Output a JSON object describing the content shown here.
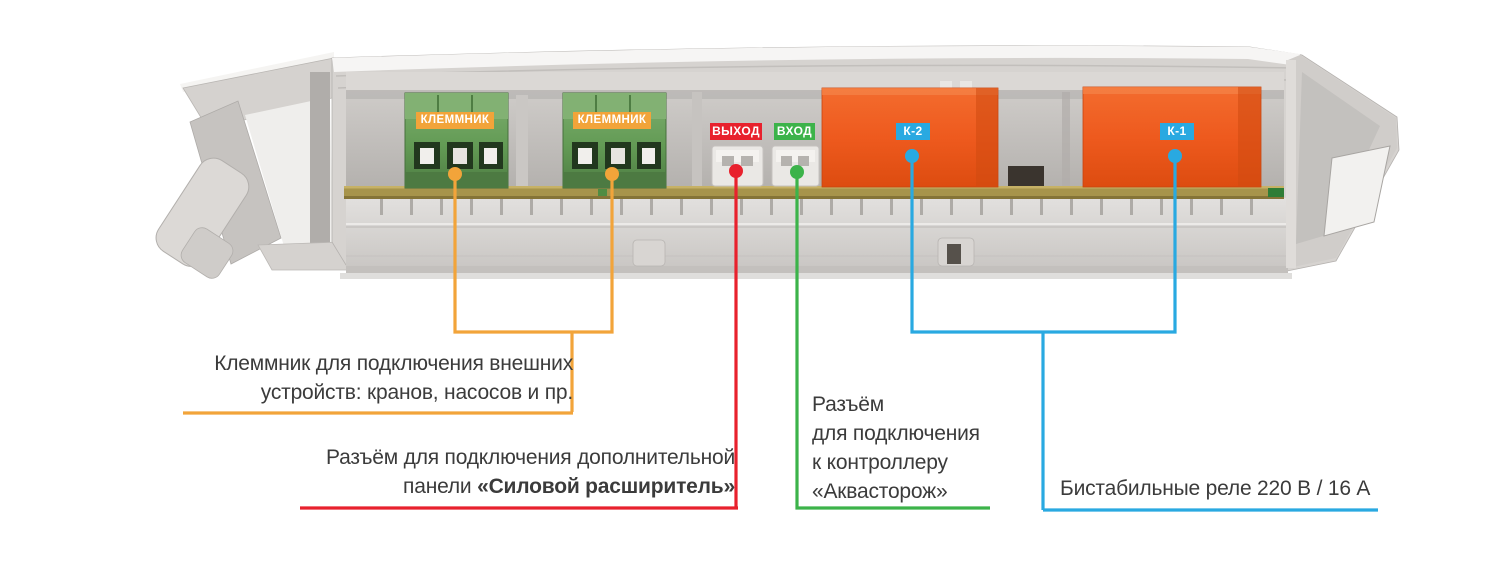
{
  "device": {
    "badges": {
      "terminal_block_1": "КЛЕММНИК",
      "terminal_block_2": "КЛЕММНИК",
      "output": "ВЫХОД",
      "input": "ВХОД",
      "relay_k2": "К-2",
      "relay_k1": "К-1"
    }
  },
  "annotations": {
    "terminals": {
      "line1": "Клеммник для подключения внешних",
      "line2": "устройств: кранов, насосов и пр."
    },
    "expander_connector": {
      "line1": "Разъём для подключения дополнительной",
      "line2_prefix": "панели ",
      "line2_bold": "«Силовой расширитель»"
    },
    "controller_connector": {
      "line1": "Разъём",
      "line2": "для подключения",
      "line3": "к контроллеру",
      "line4": "«Аквасторож»"
    },
    "relays": {
      "text": "Бистабильные реле 220 В / 16 А"
    }
  },
  "colors": {
    "orange": "#F2A43A",
    "red": "#E8212D",
    "green": "#3CB34A",
    "blue": "#29A9E1",
    "text": "#3B3B3B",
    "relay_orange": "#EE5A1E",
    "terminal_green": "#639B55",
    "pcb": "#A7944B",
    "enclosure_gray": "#D6D3D0"
  }
}
